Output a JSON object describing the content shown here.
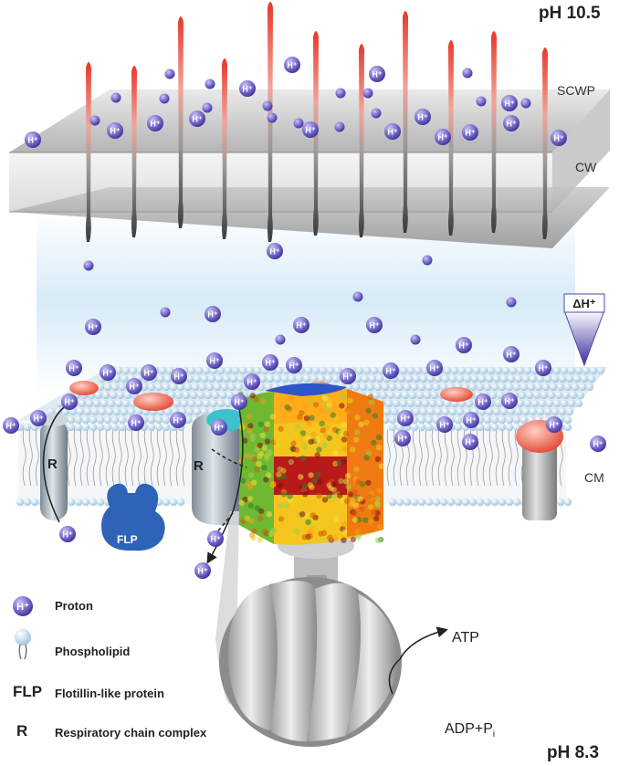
{
  "labels": {
    "ph_top": "pH 10.5",
    "ph_bottom": "pH 8.3",
    "scwp": "SCWP",
    "cw": "CW",
    "cm": "CM",
    "gradient": "ΔH⁺",
    "flp": "FLP",
    "r": "R",
    "atp": "ATP",
    "adp": "ADP+P",
    "adp_sub": "i"
  },
  "legend": [
    {
      "symbol": "H⁺",
      "text": "Proton"
    },
    {
      "symbol": "phospholipid-icon",
      "text": "Phospholipid"
    },
    {
      "symbol": "FLP",
      "text": "Flotillin-like protein"
    },
    {
      "symbol": "R",
      "text": "Respiratory chain complex"
    }
  ],
  "proton_label": "H⁺",
  "colors": {
    "proton": "#6e63c6",
    "lipid_head": "#c8dff0",
    "flp": "#2f63b8",
    "gradient_fill": "#4a3ea8",
    "cytoplasm_glow": "#cfe8f8",
    "cell_wall": "#b9b9b9"
  }
}
